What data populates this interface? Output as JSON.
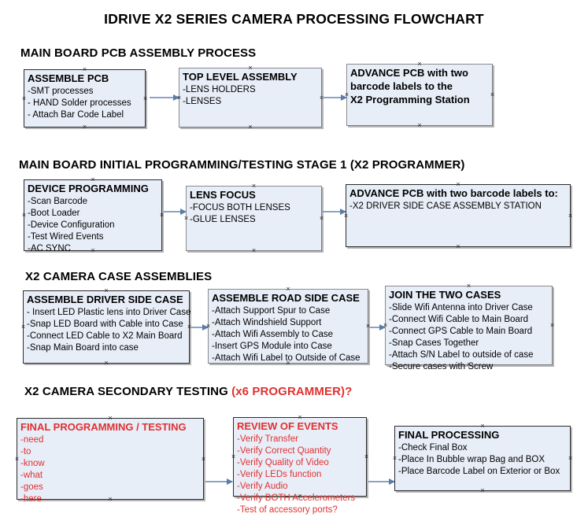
{
  "document": {
    "title": "IDRIVE X2  SERIES CAMERA PROCESSING FLOWCHART"
  },
  "sections": [
    {
      "id": "main-board-pcb-assembly",
      "heading": "MAIN BOARD PCB ASSEMBLY PROCESS",
      "heading_accent": "",
      "boxes": [
        {
          "id": "assemble-pcb",
          "heading": "ASSEMBLE PCB",
          "lines": [
            "-SMT processes",
            "- HAND Solder processes",
            "- Attach Bar Code Label"
          ]
        },
        {
          "id": "top-level-assembly",
          "heading": "TOP LEVEL ASSEMBLY",
          "lines": [
            "-LENS HOLDERS",
            "-LENSES"
          ]
        },
        {
          "id": "advance-pcb-programming-station",
          "heading": "ADVANCE PCB with two",
          "lines": [
            "barcode labels to the",
            " X2 Programming Station"
          ]
        }
      ]
    },
    {
      "id": "main-board-initial-programming",
      "heading": "MAIN BOARD INITIAL PROGRAMMING/TESTING STAGE 1 (X2 PROGRAMMER)",
      "heading_accent": "",
      "boxes": [
        {
          "id": "device-programming",
          "heading": "DEVICE PROGRAMMING",
          "lines": [
            "-Scan Barcode",
            "-Boot Loader",
            "-Device Configuration",
            "-Test Wired Events",
            "-AC SYNC"
          ]
        },
        {
          "id": "lens-focus",
          "heading": "LENS FOCUS",
          "lines": [
            "-FOCUS BOTH LENSES",
            "-GLUE LENSES"
          ]
        },
        {
          "id": "advance-pcb-driver-side-case",
          "heading": "ADVANCE PCB with two barcode labels to:",
          "lines": [
            "-X2 DRIVER  SIDE  CASE  ASSEMBLY STATION"
          ]
        }
      ]
    },
    {
      "id": "x2-camera-case-assemblies",
      "heading": "X2 CAMERA CASE ASSEMBLIES",
      "heading_accent": "",
      "boxes": [
        {
          "id": "assemble-driver-side-case",
          "heading": "ASSEMBLE DRIVER SIDE CASE",
          "lines": [
            "- Insert LED Plastic lens into Driver Case",
            "-Snap LED Board with Cable into Case",
            "-Connect LED Cable to X2 Main Board",
            "-Snap Main Board into case"
          ]
        },
        {
          "id": "assemble-road-side-case",
          "heading": "ASSEMBLE ROAD SIDE CASE",
          "lines": [
            "-Attach Support Spur to Case",
            "-Attach Windshield Support",
            "-Attach Wifi Assembly to Case",
            "-Insert GPS Module into Case",
            "-Attach Wifi Label to Outside of Case"
          ]
        },
        {
          "id": "join-the-two-cases",
          "heading": "JOIN THE TWO CASES",
          "lines": [
            "-Slide Wifi Antenna into Driver Case",
            "-Connect Wifi Cable to Main Board",
            "-Connect GPS Cable to Main Board",
            "-Snap Cases Together",
            "-Attach S/N Label to outside of case",
            "-Secure cases with Screw"
          ]
        }
      ]
    },
    {
      "id": "x2-camera-secondary-testing",
      "heading": "X2 CAMERA SECONDARY TESTING ",
      "heading_accent": "(x6 PROGRAMMER)?",
      "boxes": [
        {
          "id": "final-programming-testing",
          "heading": "FINAL PROGRAMMING / TESTING",
          "lines": [
            "-need",
            "-to",
            "-know",
            "-what",
            "-goes",
            "-here"
          ]
        },
        {
          "id": "review-of-events",
          "heading": "REVIEW OF EVENTS",
          "lines": [
            "-Verify Transfer",
            "-Verify Correct Quantity",
            "-Verify Quality of Video",
            "-Verify LEDs function",
            "-Verify Audio",
            "-Verify BOTH Accelerometers",
            "-Test of accessory ports?"
          ]
        },
        {
          "id": "final-processing",
          "heading": "FINAL PROCESSING",
          "lines": [
            " -Check Final Box",
            "-Place In Bubble wrap Bag and BOX",
            "-Place Barcode Label on Exterior or Box"
          ]
        }
      ]
    }
  ],
  "colors": {
    "box_fill": "#e8eef8",
    "box_border": "#2a2a2a",
    "connector": "#8ba3c4",
    "arrow": "#5a7ca8",
    "accent_red": "#e03030",
    "text": "#000000"
  }
}
